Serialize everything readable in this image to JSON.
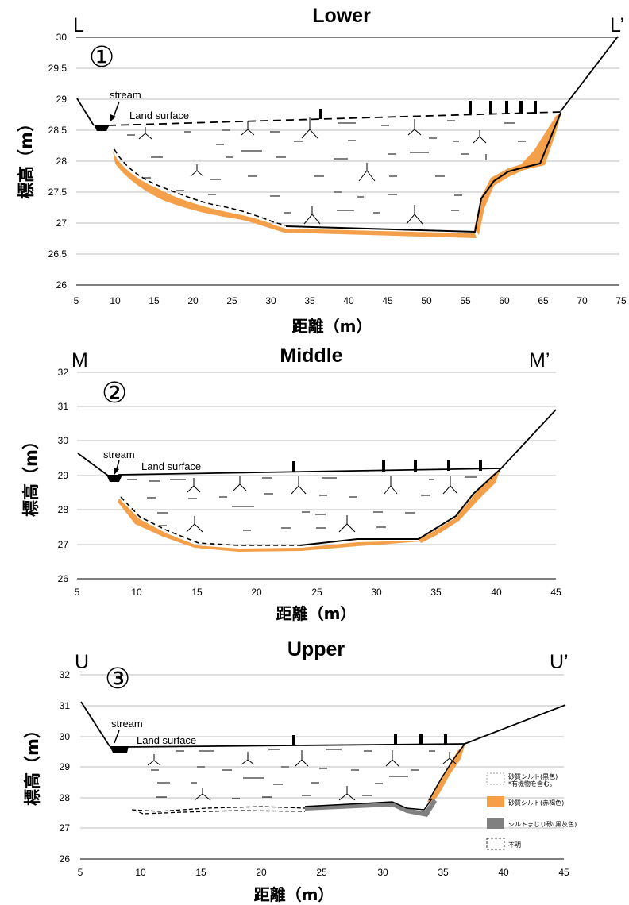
{
  "panels": [
    {
      "id": "lower",
      "title": "Lower",
      "corner_left": "L",
      "corner_right": "L’",
      "number": "①",
      "ylabel": "標高（m）",
      "xlabel": "距離（m）",
      "stream_label": "stream",
      "land_label": "Land surface",
      "y_ticks": [
        "30",
        "29.5",
        "29",
        "28.5",
        "28",
        "27.5",
        "27",
        "26.5",
        "26"
      ],
      "x_ticks": [
        "5",
        "10",
        "15",
        "20",
        "25",
        "30",
        "35",
        "40",
        "45",
        "50",
        "55",
        "60",
        "65",
        "70",
        "75"
      ],
      "x_range": [
        5,
        75
      ],
      "y_range": [
        26,
        30
      ]
    },
    {
      "id": "middle",
      "title": "Middle",
      "corner_left": "M",
      "corner_right": "M’",
      "number": "②",
      "ylabel": "標高（m）",
      "xlabel": "距離（m）",
      "stream_label": "stream",
      "land_label": "Land surface",
      "y_ticks": [
        "32",
        "31",
        "30",
        "29",
        "28",
        "27",
        "26"
      ],
      "x_ticks": [
        "5",
        "10",
        "15",
        "20",
        "25",
        "30",
        "35",
        "40",
        "45"
      ],
      "x_range": [
        5,
        45
      ],
      "y_range": [
        26,
        32
      ]
    },
    {
      "id": "upper",
      "title": "Upper",
      "corner_left": "U",
      "corner_right": "U’",
      "number": "③",
      "ylabel": "標高（m）",
      "xlabel": "距離（m）",
      "stream_label": "stream",
      "land_label": "Land surface",
      "y_ticks": [
        "32",
        "31",
        "30",
        "29",
        "28",
        "27",
        "26"
      ],
      "x_ticks": [
        "5",
        "10",
        "15",
        "20",
        "25",
        "30",
        "35",
        "40",
        "45"
      ],
      "x_range": [
        5,
        45
      ],
      "y_range": [
        26,
        32
      ]
    }
  ],
  "legend": [
    {
      "label_line1": "砂質シルト(黒色)",
      "label_line2": "*有機物を含む。",
      "swatch": "sandy-silt-black",
      "color": "#ffffff"
    },
    {
      "label_line1": "砂質シルト(赤褐色)",
      "label_line2": "",
      "swatch": "sandy-silt-reddish-brown",
      "color": "#f4a04a"
    },
    {
      "label_line1": "シルトまじり砂(黒灰色)",
      "label_line2": "",
      "swatch": "silty-sand-dark-gray",
      "color": "#808080"
    },
    {
      "label_line1": "不明",
      "label_line2": "",
      "swatch": "unknown",
      "color": "#ffffff"
    }
  ],
  "colors": {
    "orange": "#f4a04a",
    "gray": "#808080",
    "grid": "#bdbdbd",
    "line": "#000000"
  }
}
